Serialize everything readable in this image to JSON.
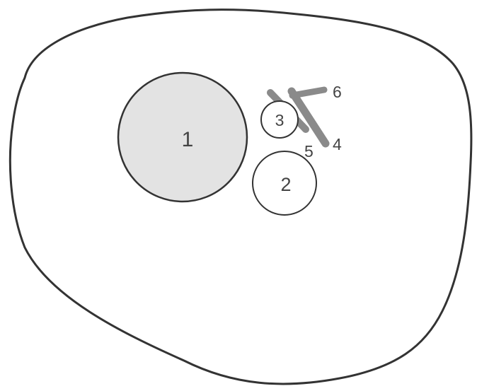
{
  "colors": {
    "background": "#ffffff",
    "outline": "#333333",
    "shaded_region": "#e3e3e3",
    "bars": "#8a8a8a",
    "label_text": "#444444"
  },
  "regions": [
    {
      "id": "1",
      "label": "1",
      "shaded": true
    },
    {
      "id": "2",
      "label": "2",
      "shaded": false
    },
    {
      "id": "3",
      "label": "3",
      "shaded": false
    }
  ],
  "bars": [
    {
      "id": "4",
      "label": "4"
    },
    {
      "id": "5",
      "label": "5"
    },
    {
      "id": "6",
      "label": "6"
    }
  ]
}
